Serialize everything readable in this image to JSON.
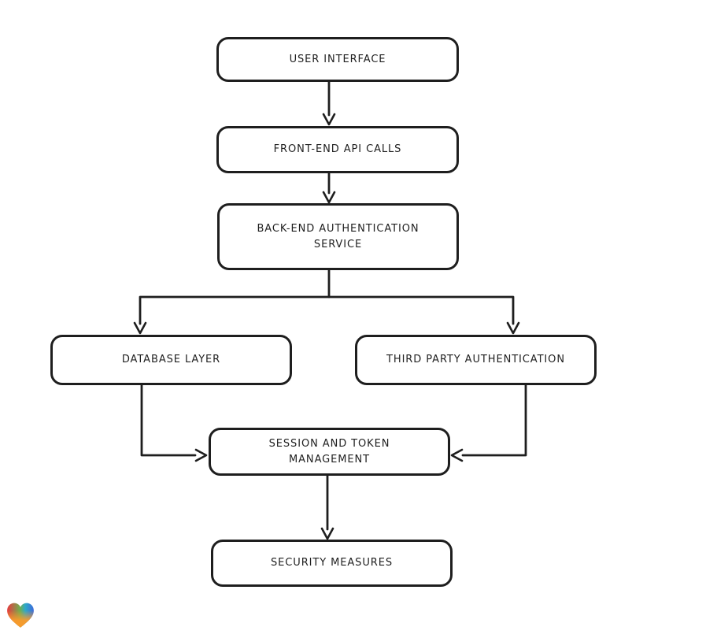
{
  "page": {
    "background": "#ffffff"
  },
  "diagram": {
    "type": "flowchart",
    "stroke_color": "#1e1e1e",
    "node_fill": "#ffffff",
    "nodes": [
      {
        "id": "user-interface",
        "label": "USER INTERFACE"
      },
      {
        "id": "front-end-api-calls",
        "label": "FRONT-END API CALLS"
      },
      {
        "id": "back-end-authentication-service",
        "label": "BACK-END AUTHENTICATION\nSERVICE"
      },
      {
        "id": "database-layer",
        "label": "DATABASE LAYER"
      },
      {
        "id": "third-party-authentication",
        "label": "THIRD PARTY AUTHENTICATION"
      },
      {
        "id": "session-and-token-management",
        "label": "SESSION AND TOKEN\nMANAGEMENT"
      },
      {
        "id": "security-measures",
        "label": "SECURITY MEASURES"
      }
    ],
    "edges": [
      {
        "from": "user-interface",
        "to": "front-end-api-calls"
      },
      {
        "from": "front-end-api-calls",
        "to": "back-end-authentication-service"
      },
      {
        "from": "back-end-authentication-service",
        "to": "database-layer"
      },
      {
        "from": "back-end-authentication-service",
        "to": "third-party-authentication"
      },
      {
        "from": "database-layer",
        "to": "session-and-token-management"
      },
      {
        "from": "third-party-authentication",
        "to": "session-and-token-management"
      },
      {
        "from": "session-and-token-management",
        "to": "security-measures"
      }
    ]
  },
  "logo": {
    "name": "gradient-heart",
    "colors": {
      "red": "#e8393f",
      "green": "#6fae4e",
      "teal": "#2da9c8",
      "blue": "#3e6bdb",
      "orange": "#f99b2c"
    }
  }
}
